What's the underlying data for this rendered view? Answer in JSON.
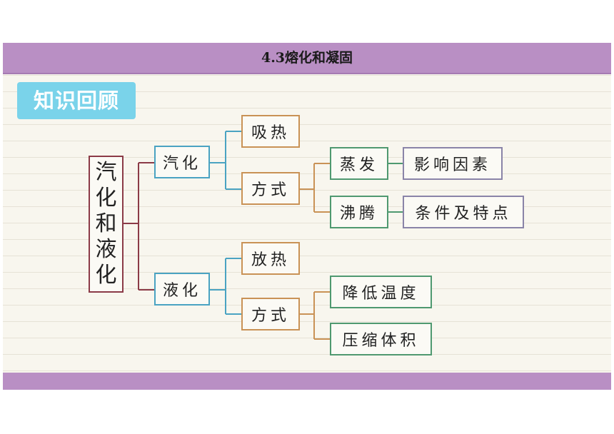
{
  "header": {
    "title": "4.3熔化和凝固"
  },
  "section_tag": {
    "label": "知识回顾"
  },
  "mindmap": {
    "root": {
      "label": "汽化和液化",
      "chars": [
        "汽",
        "化",
        "和",
        "液",
        "化"
      ]
    },
    "vaporization": {
      "label": "汽化",
      "heat": "吸热",
      "methods": "方式",
      "evaporation": {
        "label": "蒸发",
        "detail": "影响因素"
      },
      "boiling": {
        "label": "沸腾",
        "detail": "条件及特点"
      }
    },
    "liquefaction": {
      "label": "液化",
      "heat": "放热",
      "methods": "方式",
      "option1": "降低温度",
      "option2": "压缩体积"
    }
  },
  "colors": {
    "header_bar": "#b98fc4",
    "tag_bg": "#7ad3ea",
    "root_border": "#8b3a47",
    "level1_border": "#4aa3c2",
    "level2_border": "#c99256",
    "level3_border": "#4f9970",
    "level4_border": "#8a84a8"
  }
}
